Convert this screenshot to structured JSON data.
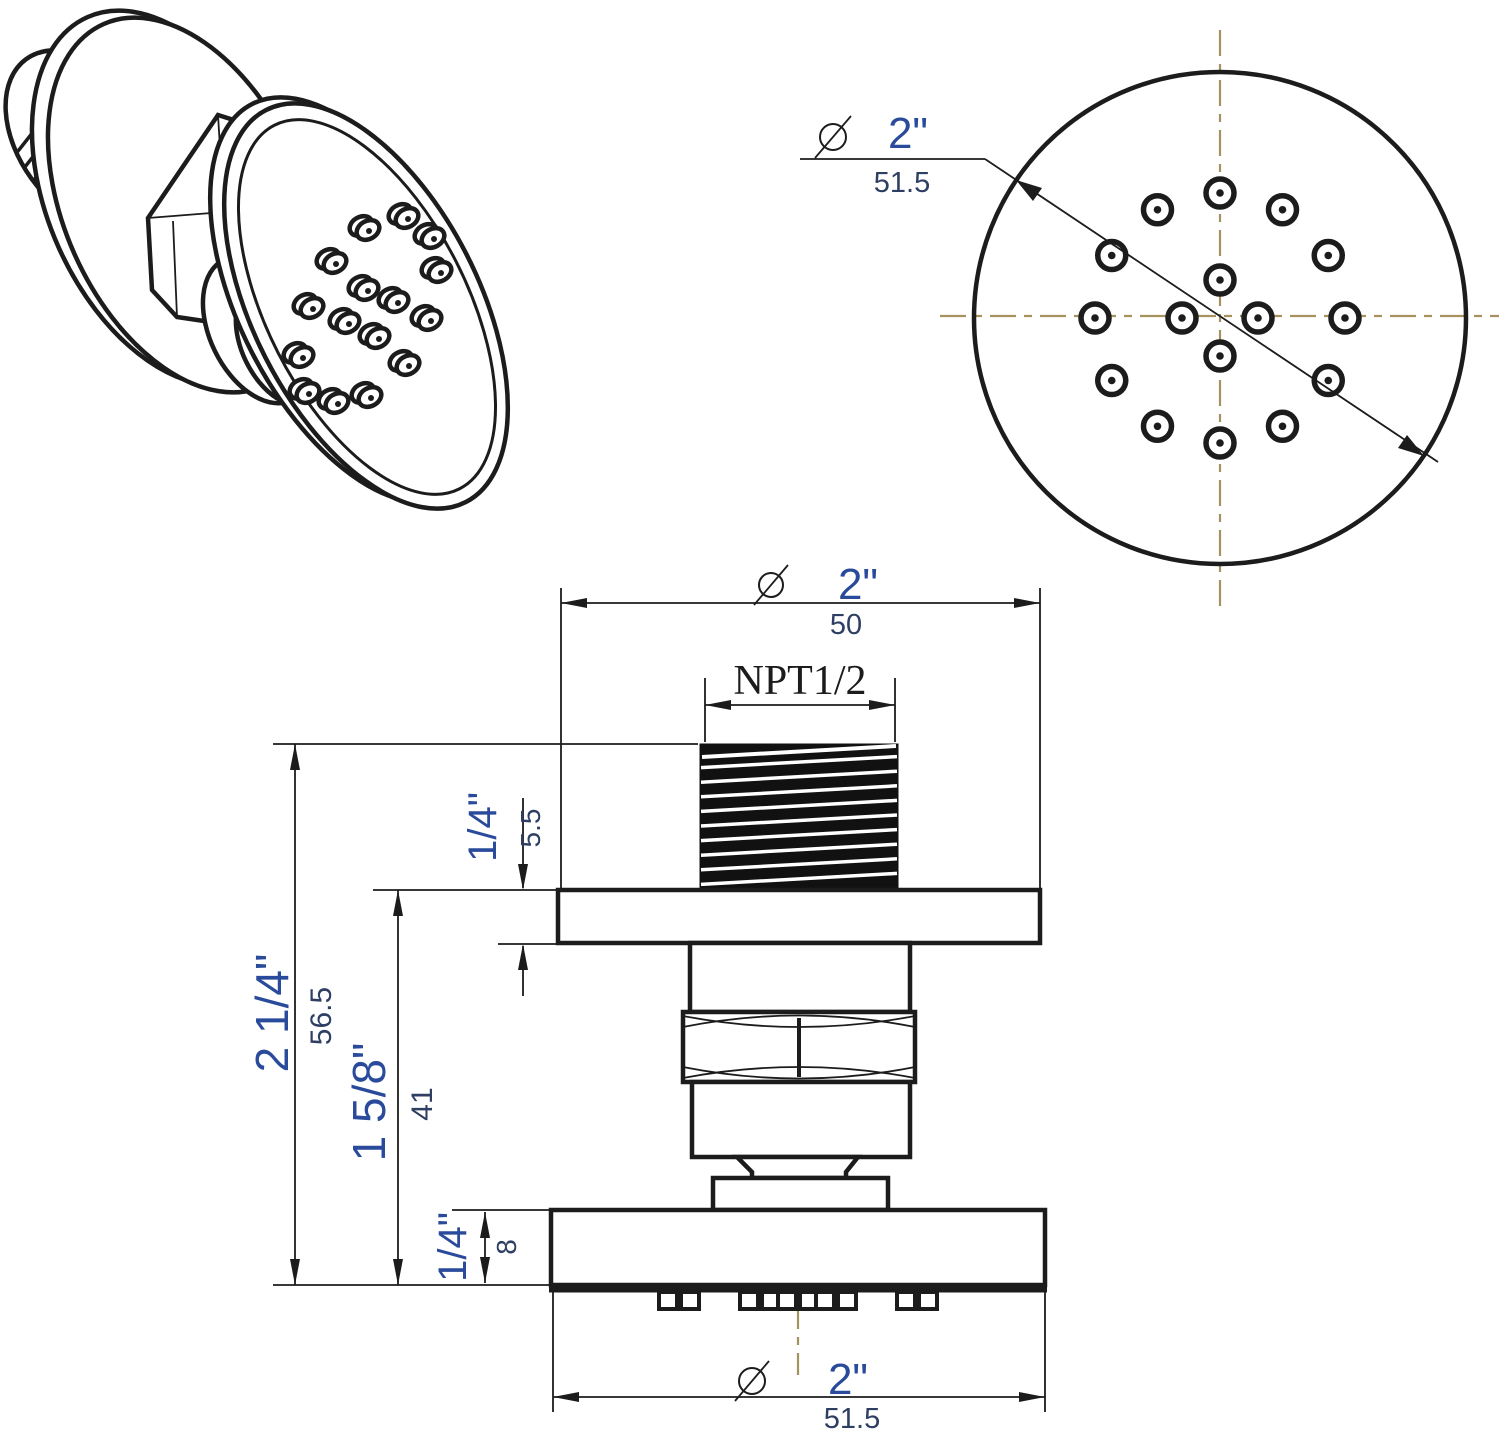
{
  "drawing_title": "body spray jet technical drawing",
  "colors": {
    "inch_text": "#2a4b9b",
    "mm_text": "#2f3f63",
    "line": "#1c1c1c",
    "centerline": "#a6925f",
    "background": "#ffffff"
  },
  "face_view": {
    "diameter": {
      "symbol": "Ø",
      "inch": "2\"",
      "mm": "51.5"
    },
    "nozzle_count": 16,
    "nozzle_layout": "12 outer ring + 4 inner diamond"
  },
  "side_view": {
    "top_diameter": {
      "symbol": "Ø",
      "inch": "2\"",
      "mm": "50"
    },
    "thread_spec": "NPT1/2",
    "flange_thickness": {
      "inch": "1/4\"",
      "mm": "5.5"
    },
    "overall_height": {
      "inch": "2 1/4\"",
      "mm": "56.5"
    },
    "body_height": {
      "inch": "1 5/8\"",
      "mm": "41"
    },
    "face_thickness": {
      "inch": "1/4\"",
      "mm": "8"
    },
    "bottom_diameter": {
      "symbol": "Ø",
      "inch": "2\"",
      "mm": "51.5"
    }
  },
  "iso_view": {
    "nozzle_count": 16
  }
}
